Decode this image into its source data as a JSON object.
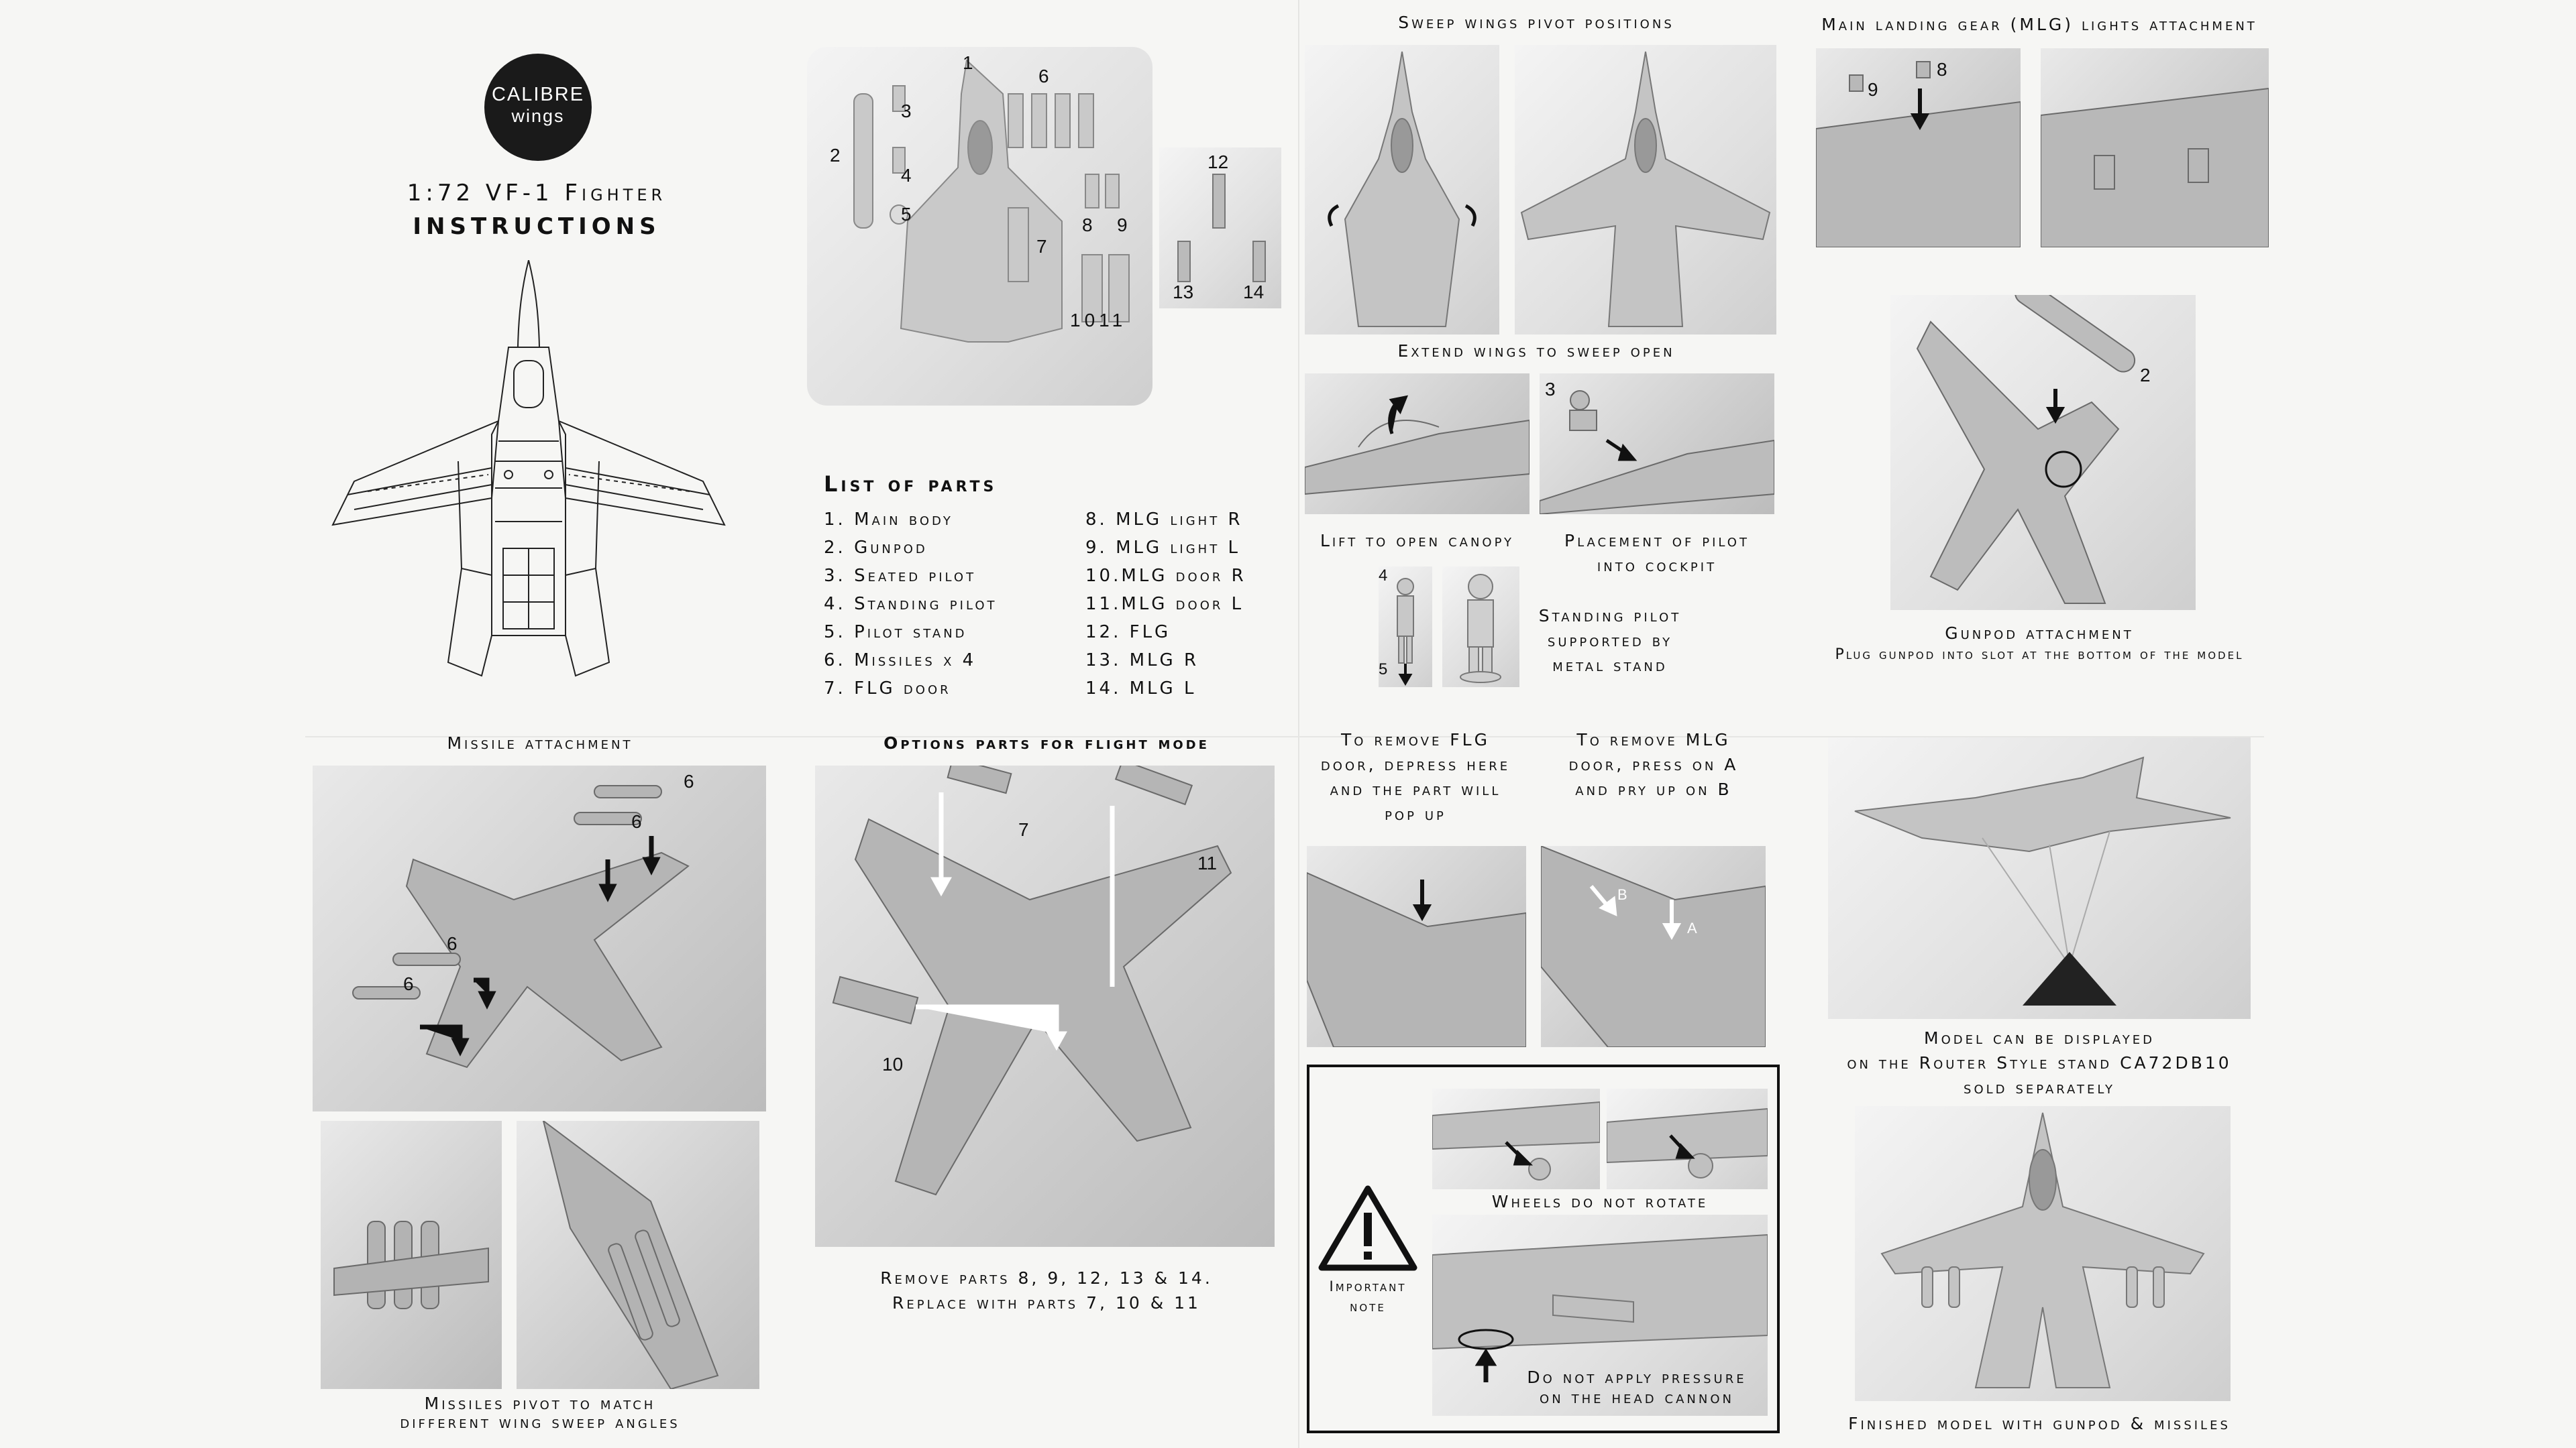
{
  "brand": {
    "line1": "CALIBRE",
    "line2": "WINGS"
  },
  "title": {
    "line1": "1:72 VF-1 Fighter",
    "line2": "Instructions"
  },
  "parts_list": {
    "heading": "List of parts",
    "left": [
      "1. Main body",
      "2. Gunpod",
      "3. Seated pilot",
      "4. Standing pilot",
      "5. Pilot stand",
      "6. Missiles x 4",
      "7. FLG door"
    ],
    "right": [
      "8. MLG light R",
      "9. MLG light L",
      "10.MLG door R",
      "11.MLG door L",
      "12. FLG",
      "13. MLG R",
      "14. MLG L"
    ]
  },
  "sprue_numbers": {
    "n1": "1",
    "n2": "2",
    "n3": "3",
    "n4": "4",
    "n5": "5",
    "n6": "6",
    "n7": "7",
    "n8": "8",
    "n9": "9",
    "n1011": "1011",
    "n12": "12",
    "n13": "13",
    "n14": "14"
  },
  "sections": {
    "sweep_wings": "Sweep wings pivot positions",
    "extend_wings": "Extend wings to sweep open",
    "lift_canopy": "Lift to open canopy",
    "placement_pilot": [
      "Placement of pilot",
      "into cockpit"
    ],
    "standing_pilot": [
      "Standing pilot",
      "supported by",
      "metal stand"
    ],
    "mlg_lights": "Main landing gear (MLG) lights attachment",
    "gunpod_title": "Gunpod attachment",
    "gunpod_desc": "Plug gunpod into slot at the bottom of the model",
    "missile_attach": "Missile attachment",
    "missiles_pivot": [
      "Missiles pivot to match",
      "different wing sweep angles"
    ],
    "options_flight": "Options parts for flight mode",
    "remove_replace": [
      "Remove parts 8, 9, 12, 13 & 14.",
      "Replace with parts 7, 10 & 11"
    ],
    "remove_flg": [
      "To remove FLG",
      "door, depress here",
      "and the part will",
      "pop up"
    ],
    "remove_mlg": [
      "To remove MLG",
      "door, press on A",
      "and pry up on B"
    ],
    "important": [
      "Important",
      "note"
    ],
    "wheels_no_rotate": "Wheels do not rotate",
    "no_pressure": [
      "Do not apply pressure",
      "on the head cannon"
    ],
    "stand_display": [
      "Model can be displayed",
      "on the Router Style stand CA72DB10",
      "sold separately"
    ],
    "finished": "Finished model with gunpod & missiles"
  },
  "callouts": {
    "c3": "3",
    "c4": "4",
    "c5": "5",
    "c9": "9",
    "c8": "8",
    "c2": "2",
    "m6a": "6",
    "m6b": "6",
    "m6c": "6",
    "m6d": "6",
    "f7": "7",
    "f11": "11",
    "f10": "10",
    "pA": "A",
    "pB": "B"
  }
}
